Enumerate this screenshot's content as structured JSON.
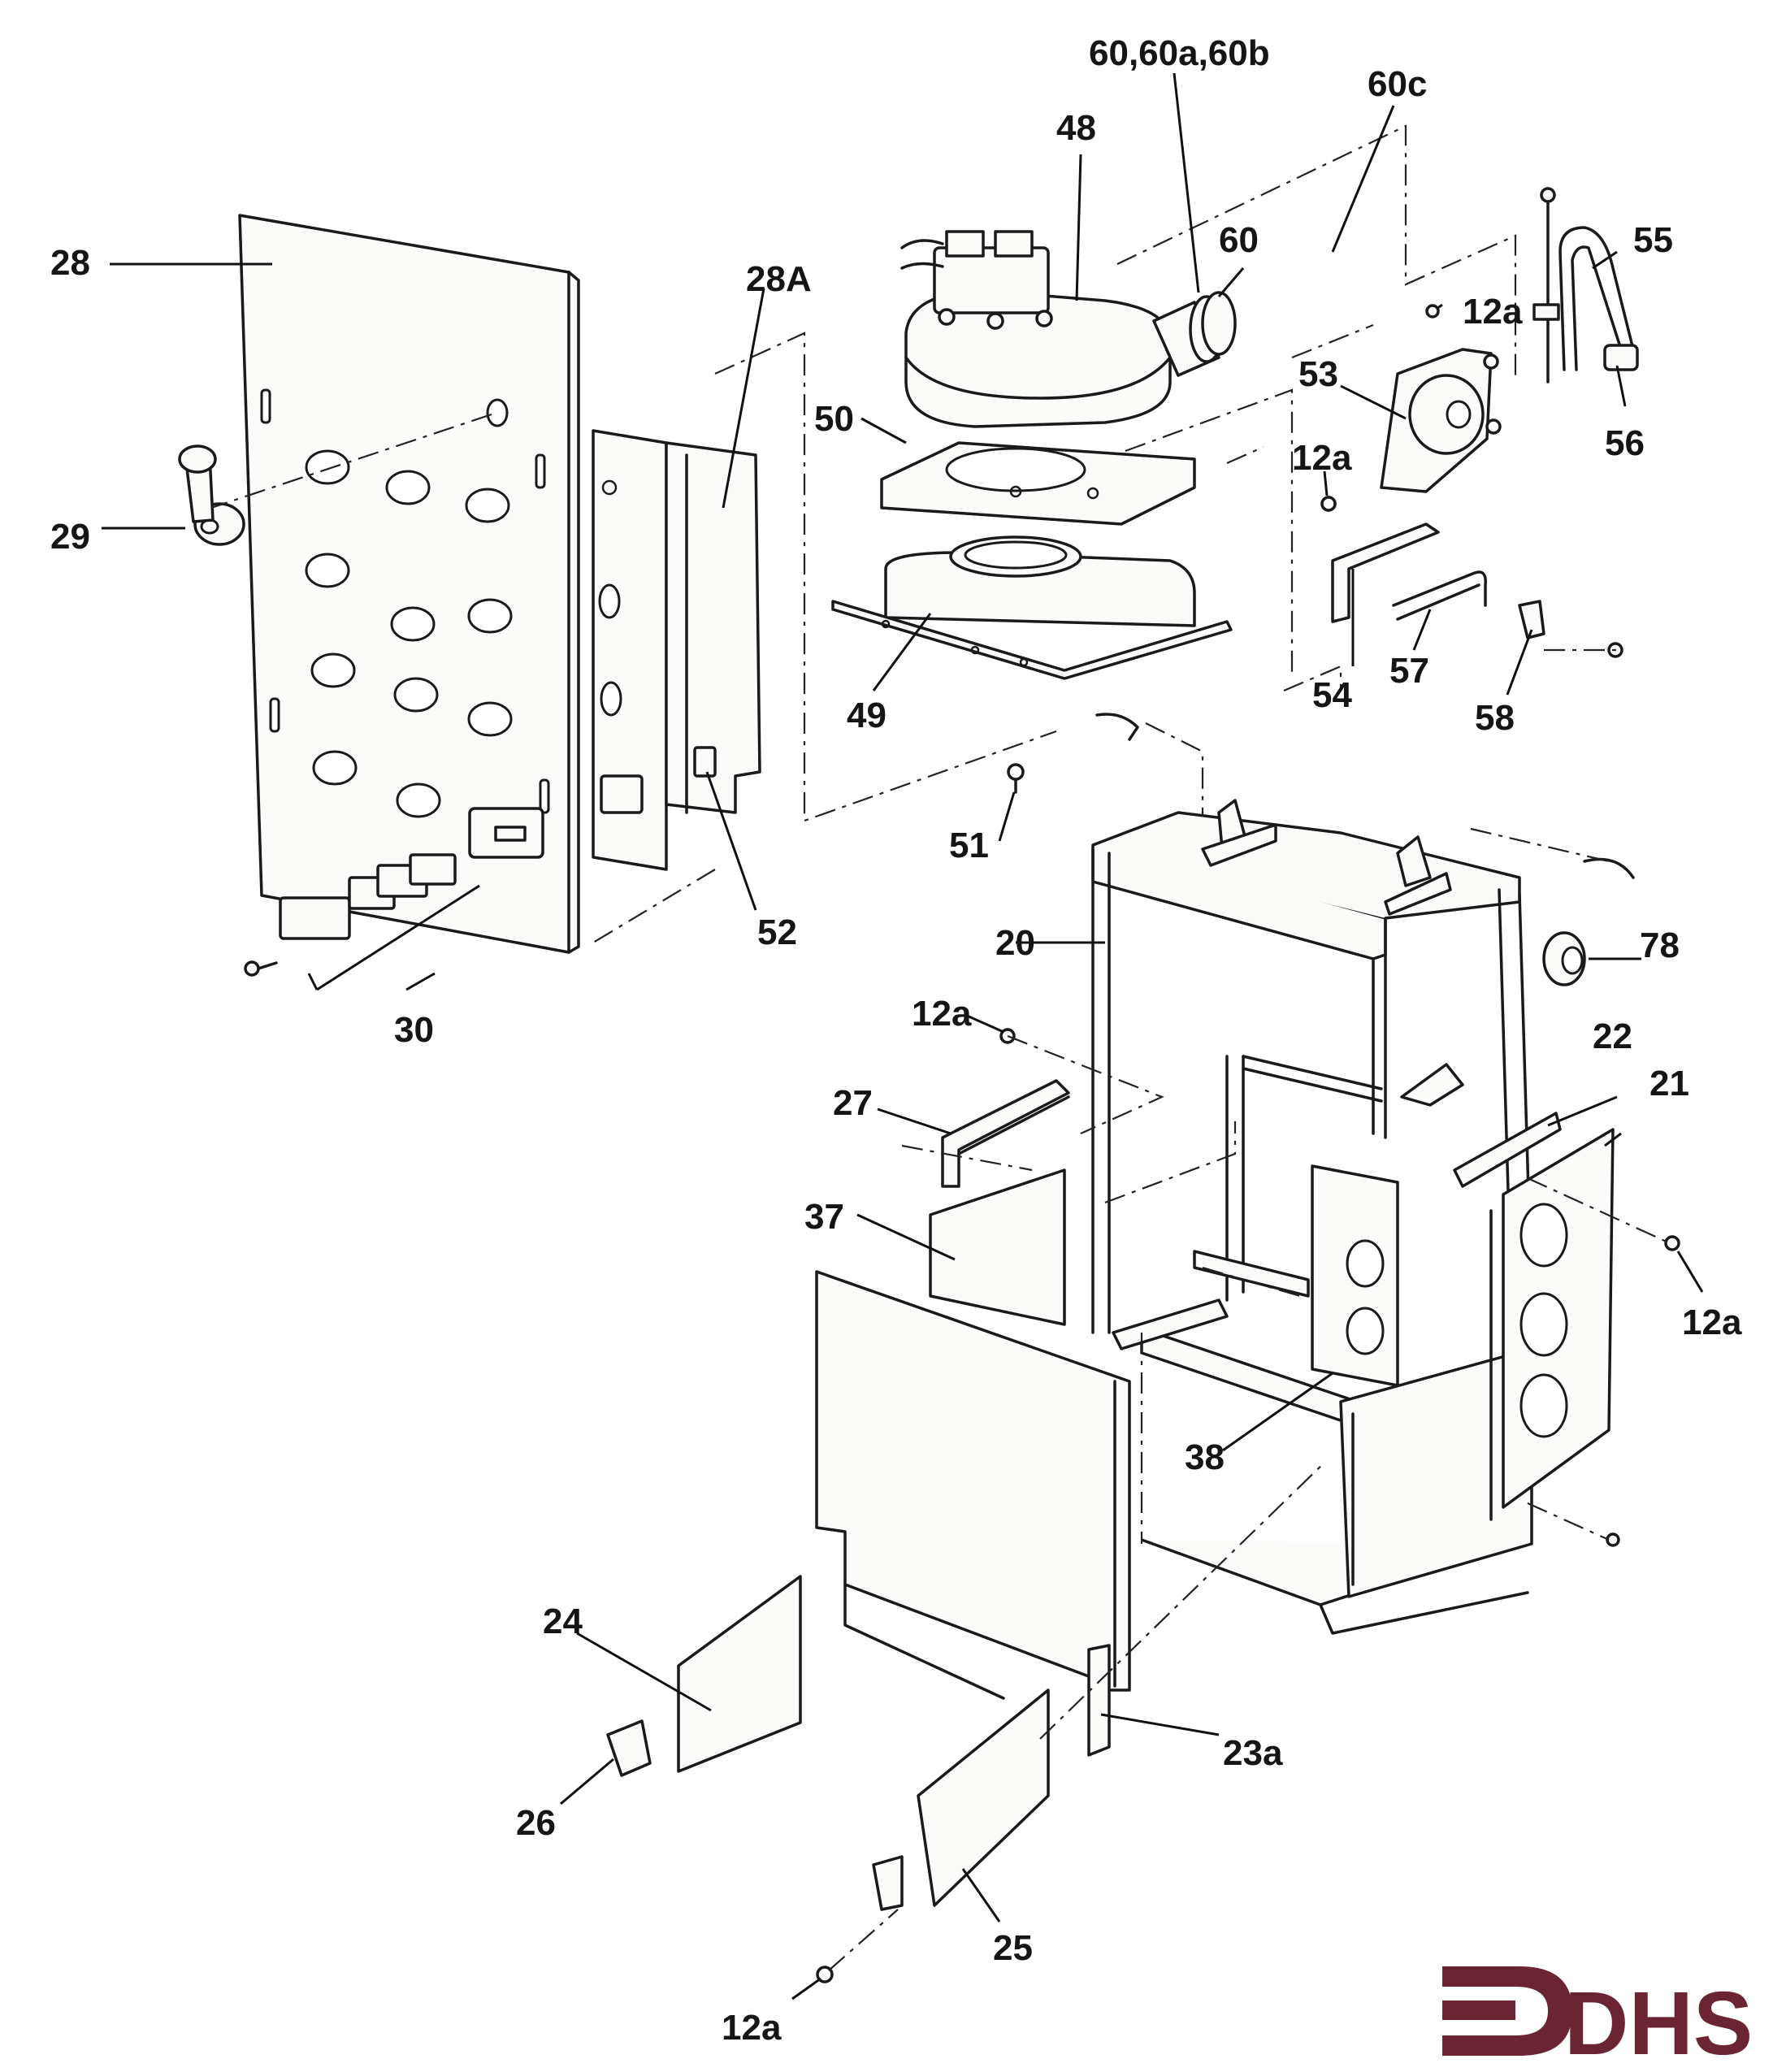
{
  "callouts": {
    "c28": "28",
    "c28A": "28A",
    "c29": "29",
    "c30": "30",
    "c48": "48",
    "c49": "49",
    "c50": "50",
    "c51": "51",
    "c52": "52",
    "c53": "53",
    "c54": "54",
    "c55": "55",
    "c56": "56",
    "c57": "57",
    "c58": "58",
    "c60": "60",
    "c60abc": "60,60a,60b",
    "c60c": "60c",
    "c12a_1": "12a",
    "c12a_2": "12a",
    "c12a_3": "12a",
    "c12a_4": "12a",
    "c12a_5": "12a",
    "c20": "20",
    "c21": "21",
    "c22": "22",
    "c23a": "23a",
    "c24": "24",
    "c25": "25",
    "c26": "26",
    "c27": "27",
    "c37": "37",
    "c38": "38",
    "c78": "78"
  },
  "logo": {
    "text": "DHS",
    "color": "#6b2433"
  },
  "colors": {
    "line": "#1a1a1a",
    "background": "#ffffff"
  }
}
